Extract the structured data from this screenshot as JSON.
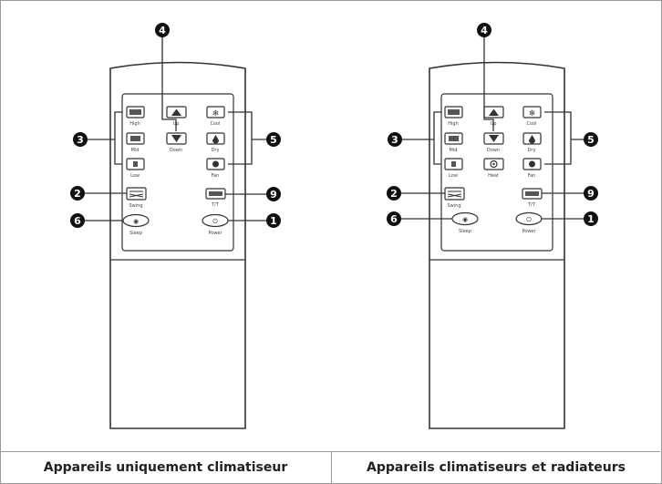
{
  "captions": {
    "left": "Appareils uniquement climatiseur",
    "right": "Appareils climatiseurs et radiateurs"
  },
  "remotes": [
    {
      "callouts": [
        "4",
        "3",
        "5",
        "2",
        "9",
        "6",
        "1"
      ],
      "labels": {
        "high": "High",
        "up": "Up",
        "cool": "Cool",
        "mid": "Mid",
        "down": "Down",
        "dry": "Dry",
        "low": "Low",
        "fan": "Fan",
        "swing": "Swing",
        "timer_text": "T/T",
        "sleep": "Sleep",
        "power": "Power"
      }
    },
    {
      "callouts": [
        "4",
        "3",
        "5",
        "2",
        "9",
        "6",
        "1"
      ],
      "labels": {
        "high": "High",
        "up": "Up",
        "cool": "Cool",
        "mid": "Mid",
        "down": "Down",
        "dry": "Dry",
        "low": "Low",
        "heat": "Heat",
        "fan": "Fan",
        "swing": "Swing",
        "timer_text": "T/T",
        "sleep": "Sleep",
        "power": "Power"
      }
    }
  ],
  "colors": {
    "line": "#333333",
    "callout_fill": "#111111",
    "remote_fill": "#ffffff"
  }
}
